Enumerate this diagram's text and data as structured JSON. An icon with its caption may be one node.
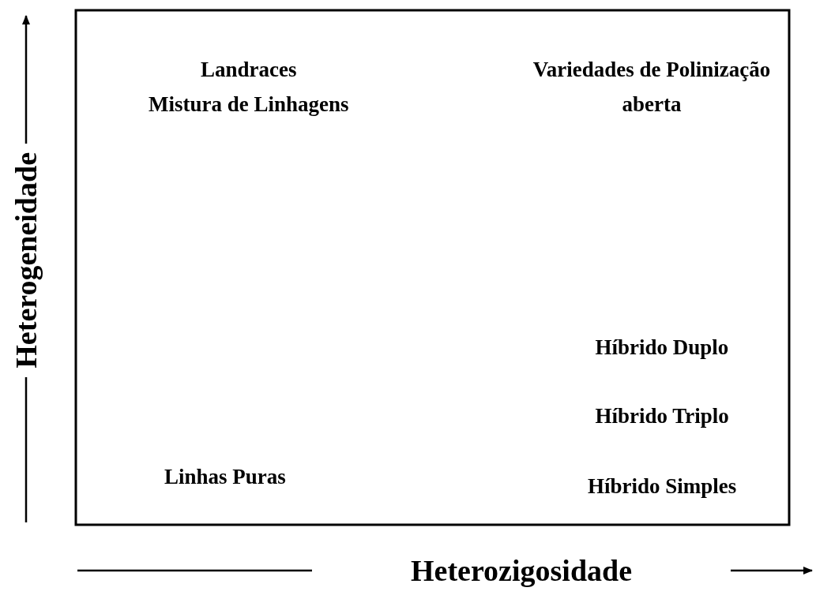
{
  "diagram": {
    "labels": [
      "Landraces",
      "Mistura de Linhagens",
      "Variedades de Polinização aberta",
      "Híbrido Duplo",
      "Híbrido Triplo",
      "Linhas Puras",
      "Híbrido Simples",
      "Heterogeneidade",
      "Heterozigosidade"
    ]
  }
}
